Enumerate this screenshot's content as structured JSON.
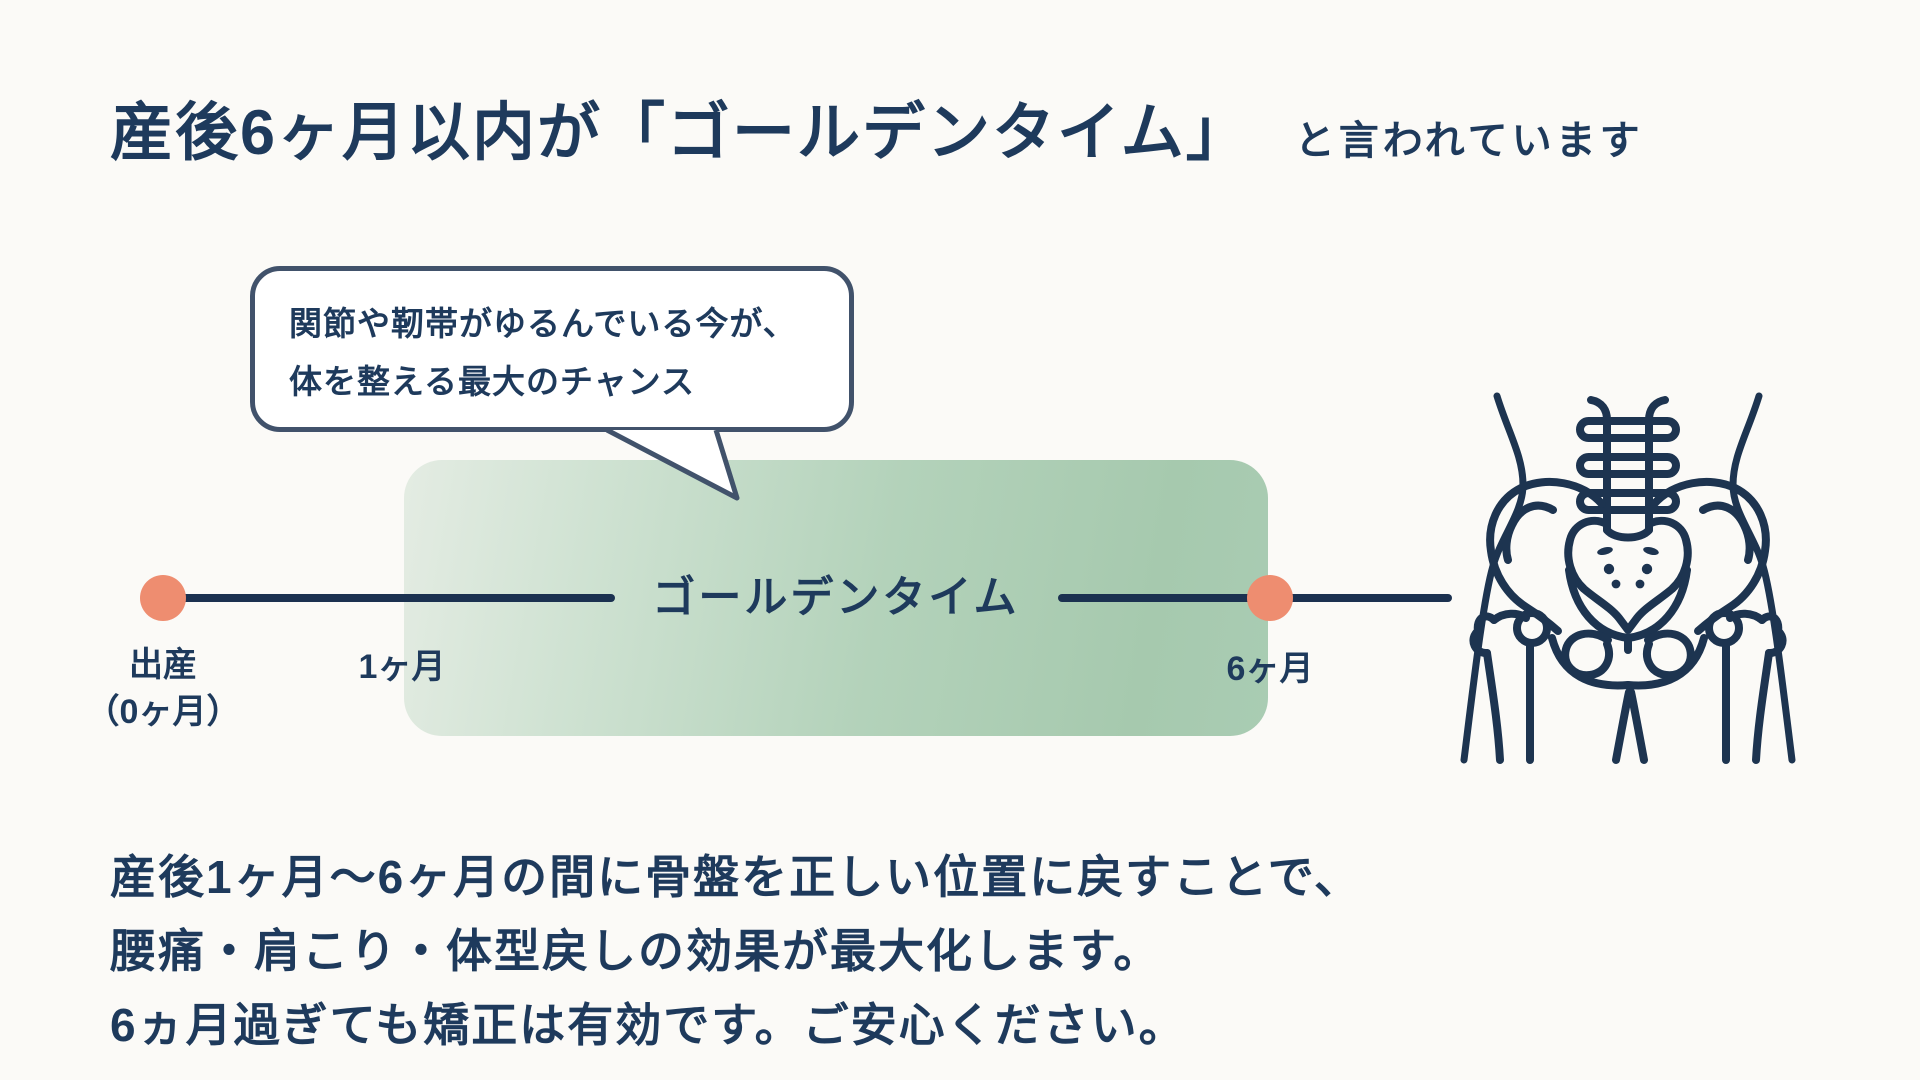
{
  "page": {
    "background_color": "#fbfaf7",
    "text_color": "#1e3a5c",
    "line_color": "#1b3150",
    "accent_orange": "#ee8d70",
    "accent_green": "#a9ccb3",
    "bubble_border_color": "#41526b"
  },
  "title": {
    "main": "産後6ヶ月以内が「ゴールデンタイム」",
    "suffix": "と言われています"
  },
  "speech_bubble": {
    "line1": "関節や靭帯がゆるんでいる今が、",
    "line2": "体を整える最大のチャンス"
  },
  "timeline": {
    "band_label": "ゴールデンタイム",
    "band_range": "1ヶ月〜6ヶ月",
    "points": [
      {
        "label_line1": "出産",
        "label_line2": "（0ヶ月）",
        "marker": "orange-dot"
      },
      {
        "label": "1ヶ月",
        "marker": "band-start"
      },
      {
        "label": "6ヶ月",
        "marker": "orange-dot"
      }
    ]
  },
  "body_text": {
    "lines": [
      "産後1ヶ月〜6ヶ月の間に骨盤を正しい位置に戻すことで、",
      "腰痛・肩こり・体型戻しの効果が最大化します。",
      "6ヵ月過ぎても矯正は有効です。ご安心ください。"
    ]
  },
  "illustration": {
    "name": "pelvis-line-art",
    "description": "骨盤のラインイラスト"
  }
}
